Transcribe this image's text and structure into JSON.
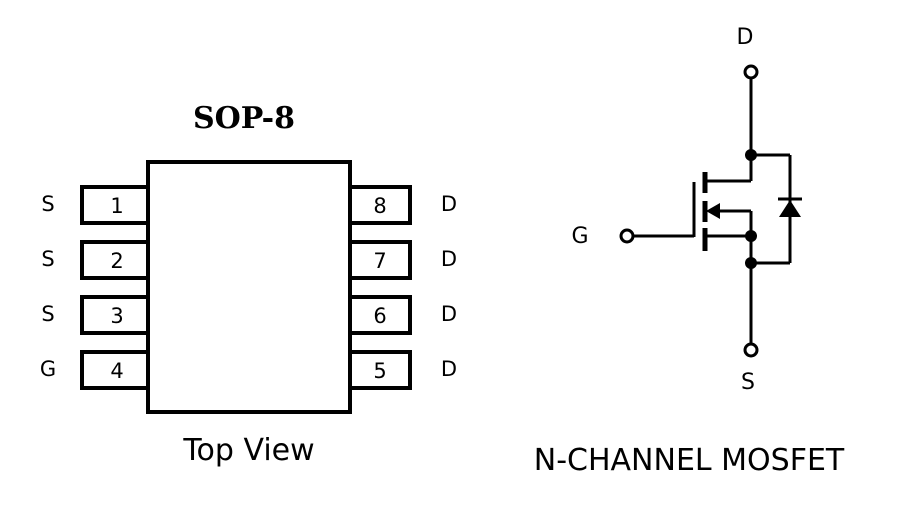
{
  "package": {
    "title": "SOP-8",
    "caption": "Top View",
    "left_pins": [
      {
        "number": "1",
        "label": "S"
      },
      {
        "number": "2",
        "label": "S"
      },
      {
        "number": "3",
        "label": "S"
      },
      {
        "number": "4",
        "label": "G"
      }
    ],
    "right_pins": [
      {
        "number": "8",
        "label": "D"
      },
      {
        "number": "7",
        "label": "D"
      },
      {
        "number": "6",
        "label": "D"
      },
      {
        "number": "5",
        "label": "D"
      }
    ]
  },
  "mosfet": {
    "caption": "N-CHANNEL MOSFET",
    "drain_label": "D",
    "gate_label": "G",
    "source_label": "S"
  },
  "colors": {
    "ink": "#000000",
    "background": "#ffffff"
  }
}
